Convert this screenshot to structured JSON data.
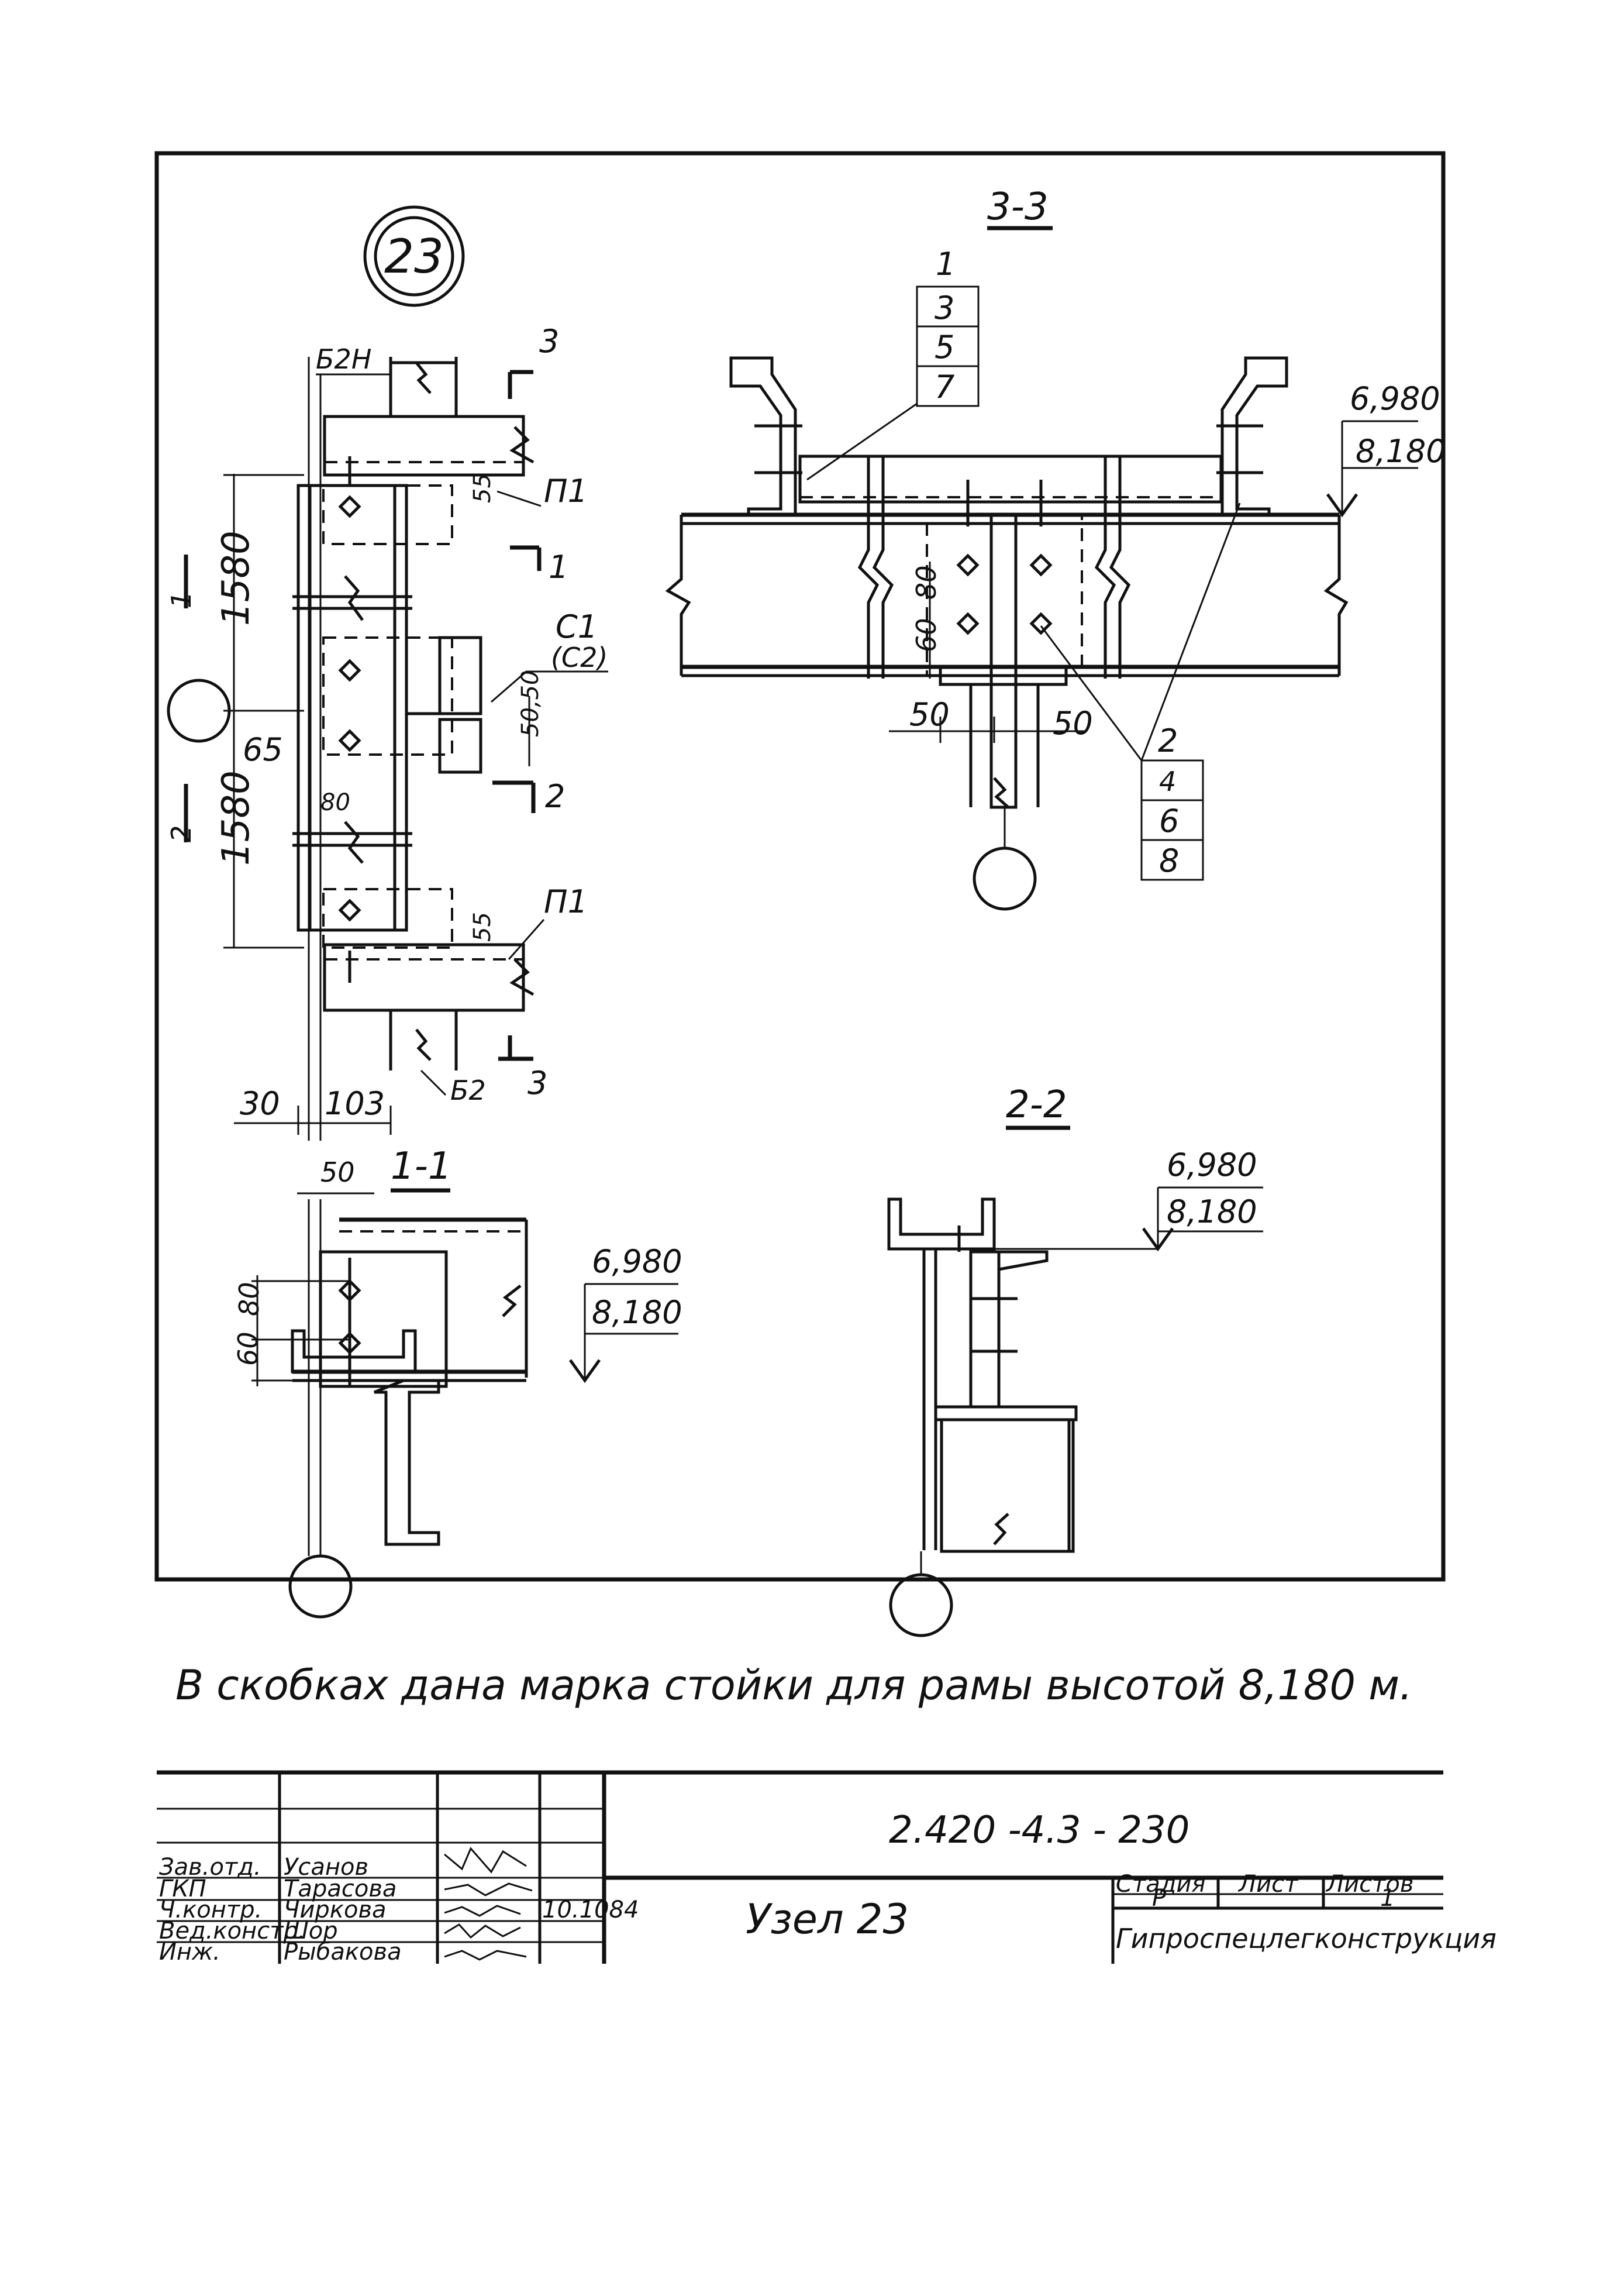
{
  "node_badge": "23",
  "sections": {
    "s33": "3-3",
    "s22": "2-2",
    "s11": "1-1"
  },
  "elev": {
    "top": "6,980",
    "bottom": "8,180"
  },
  "dims": {
    "d1580": "1580",
    "d55": "55",
    "d65": "65",
    "d80": "80",
    "d30": "30",
    "d103": "103",
    "d50": "50",
    "d60": "60",
    "d5050": "50,50"
  },
  "marks": {
    "b2n": "Б2Н",
    "b2": "Б2",
    "p1": "П1",
    "c1": "С1",
    "c2": "(С2)",
    "cut1": "1",
    "cut2": "2",
    "cut3": "3"
  },
  "callouts": {
    "odd": [
      "1",
      "3",
      "5",
      "7"
    ],
    "even": [
      "2",
      "4",
      "6",
      "8"
    ]
  },
  "note": "В скобках дана марка стойки для рамы высотой 8,180 м.",
  "title_block": {
    "doc_code": "2.420 -4.3 - 230",
    "title": "Узел 23",
    "org": "Гипроспецлегконструкция",
    "stage_header": "Стадия",
    "sheet_header": "Лист",
    "sheets_header": "Листов",
    "stage": "Р",
    "sheet": "",
    "sheets": "1",
    "date": "10.1084",
    "roles": [
      {
        "role": "Зав.отд.",
        "name": "Усанов"
      },
      {
        "role": "ГКП",
        "name": "Тарасова"
      },
      {
        "role": "Ч.контр.",
        "name": "Чиркова"
      },
      {
        "role": "Вед.констр.",
        "name": "Шор"
      },
      {
        "role": "Инж.",
        "name": "Рыбакова"
      }
    ]
  }
}
